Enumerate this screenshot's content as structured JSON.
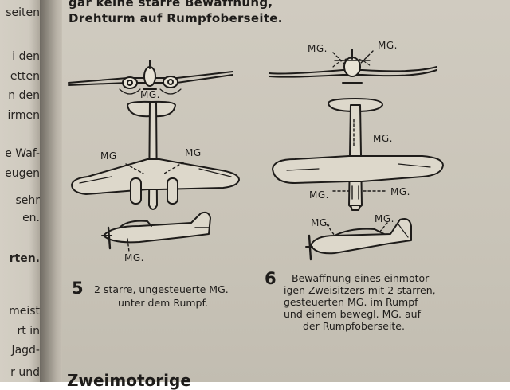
{
  "left_page": {
    "lines": [
      {
        "text": "seiten",
        "bold": false
      },
      {
        "text": "i den",
        "bold": false
      },
      {
        "text": "etten",
        "bold": false
      },
      {
        "text": "n den",
        "bold": false
      },
      {
        "text": "irmen",
        "bold": false
      },
      {
        "text": "e Waf-",
        "bold": false
      },
      {
        "text": "eugen",
        "bold": false
      },
      {
        "text": "sehr",
        "bold": false
      },
      {
        "text": "en.",
        "bold": false
      },
      {
        "text": "rten.",
        "bold": true
      },
      {
        "text": "meist",
        "bold": false
      },
      {
        "text": "rt in",
        "bold": false
      },
      {
        "text": "Jagd-",
        "bold": false
      },
      {
        "text": "r und",
        "bold": false
      }
    ]
  },
  "top_text": {
    "line1": "gar keine starre Bewaffnung,",
    "line2": "Drehturm auf Rumpfoberseite."
  },
  "figure5": {
    "number": "5",
    "caption_line1": "2 starre, ungesteuerte MG.",
    "caption_line2": "unter dem Rumpf.",
    "labels": {
      "front": "MG.",
      "left": "MG",
      "right": "MG",
      "side": "MG."
    }
  },
  "figure6": {
    "number": "6",
    "caption_lines": [
      "Bewaffnung eines einmotor-",
      "igen Zweisitzers mit 2 starren,",
      "gesteuerten MG. im Rumpf",
      "und einem bewegl. MG. auf",
      "der Rumpfoberseite."
    ],
    "labels": {
      "front_left": "MG.",
      "front_right": "MG.",
      "top": "MG.",
      "bottom_left": "MG.",
      "bottom_right": "MG.",
      "side_left": "MG.",
      "side_right": "MG."
    }
  },
  "bottom_text": "Zweimotorige"
}
